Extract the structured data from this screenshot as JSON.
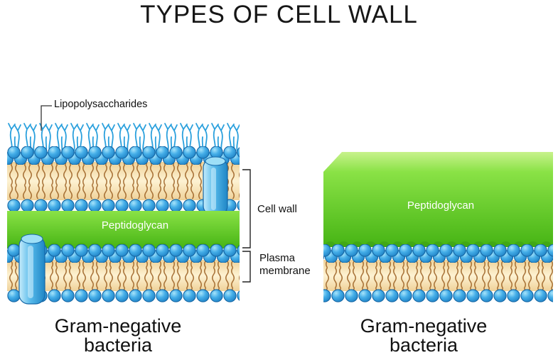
{
  "title": "TYPES OF CELL WALL",
  "left_diagram": {
    "lps_label": "Lipopolysaccharides",
    "peptidoglycan_label": "Peptidoglycan",
    "cell_wall_label": "Cell wall",
    "plasma_membrane_label": [
      "Plasma",
      "membrane"
    ],
    "caption": [
      "Gram-negative",
      "bacteria"
    ]
  },
  "right_diagram": {
    "peptidoglycan_label": "Peptidoglycan",
    "caption": [
      "Gram-negative",
      "bacteria"
    ]
  },
  "colors": {
    "membrane_head_blue": "#3fa9e2",
    "membrane_core_tan": "#f6dfa9",
    "lipid_tail_brown": "#9a5e20",
    "peptidoglycan_green": "#5fcc27",
    "protein_channel_blue": "#56b9ea",
    "lps_hair_blue": "#2aa0dd",
    "text_color": "#161616",
    "label_on_green": "#ffffff",
    "background": "#ffffff"
  }
}
